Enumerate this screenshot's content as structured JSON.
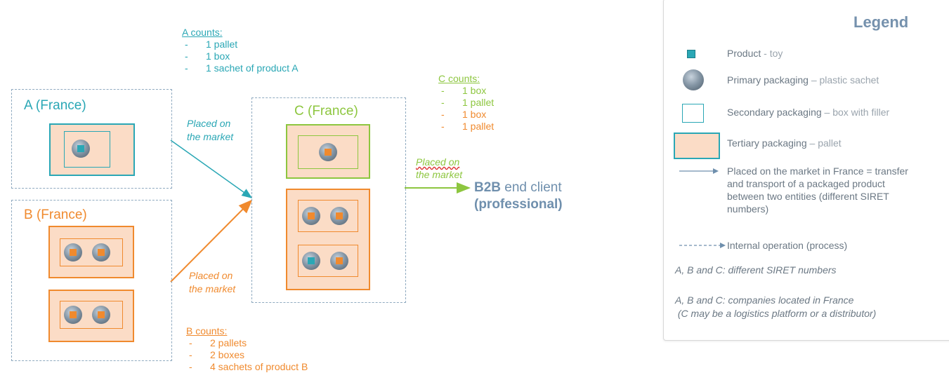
{
  "colors": {
    "teal": "#2aa7b5",
    "orange": "#f08a2e",
    "green": "#8dc63f",
    "blue_grey": "#8faac0",
    "pallet_fill": "#fbdcc6",
    "text_grey": "#6b7884"
  },
  "entities": {
    "a_title": "A (France)",
    "b_title": "B (France)",
    "c_title": "C (France)"
  },
  "counts": {
    "a": {
      "heading": "A counts:",
      "items": [
        "1 pallet",
        "1 box",
        "1 sachet of product A"
      ]
    },
    "b": {
      "heading": "B counts:",
      "items": [
        "2 pallets",
        "2 boxes",
        "4 sachets of product B"
      ]
    },
    "c": {
      "heading": "C counts:",
      "items": [
        "1 box",
        "1 pallet",
        "1 box",
        "1 pallet"
      ]
    }
  },
  "flows": {
    "a_to_c": {
      "line1": "Placed on",
      "line2": "the market"
    },
    "b_to_c": {
      "line1": "Placed on",
      "line2": "the market"
    },
    "c_to_client": {
      "line1": "Placed on",
      "line2": "the market"
    }
  },
  "client": {
    "bold": "B2B",
    "rest": " end client",
    "line2": "(professional)"
  },
  "legend": {
    "title": "Legend",
    "product": {
      "label": "Product",
      "sub": " - toy",
      "icon": "teal-square-icon"
    },
    "primary": {
      "label": "Primary packaging",
      "sub": " – plastic sachet",
      "icon": "sachet-icon"
    },
    "secondary": {
      "label": "Secondary packaging",
      "sub": " – box with filler",
      "icon": "box-icon"
    },
    "tertiary": {
      "label": "Tertiary packaging",
      "sub": " – pallet",
      "icon": "pallet-icon"
    },
    "placed": {
      "lines": [
        "Placed on the market in France = transfer",
        "and transport of a packaged product",
        "between two entities (different SIRET",
        "numbers)"
      ]
    },
    "internal": {
      "label": "Internal operation (process)"
    },
    "note1": "A, B and C: different SIRET numbers",
    "note2_line1": "A, B and C: companies located in France",
    "note2_line2": " (C may be a logistics platform or a distributor)"
  }
}
